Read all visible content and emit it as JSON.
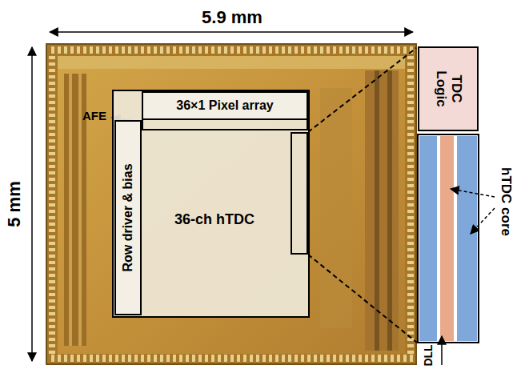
{
  "diagram": {
    "nodes": [
      {
        "text": [
          "36-ch hTDC"
        ]
      },
      {
        "text": [
          "36×1 Pixel array"
        ],
        "in": 0
      },
      {
        "text": [
          "Row driver & bias"
        ],
        "in": 0
      },
      {
        "text": [
          "TDC Logic"
        ]
      }
    ],
    "labels": [
      "5.9 mm",
      "5 mm",
      "AFE",
      "hTDC core",
      "DLL"
    ]
  }
}
